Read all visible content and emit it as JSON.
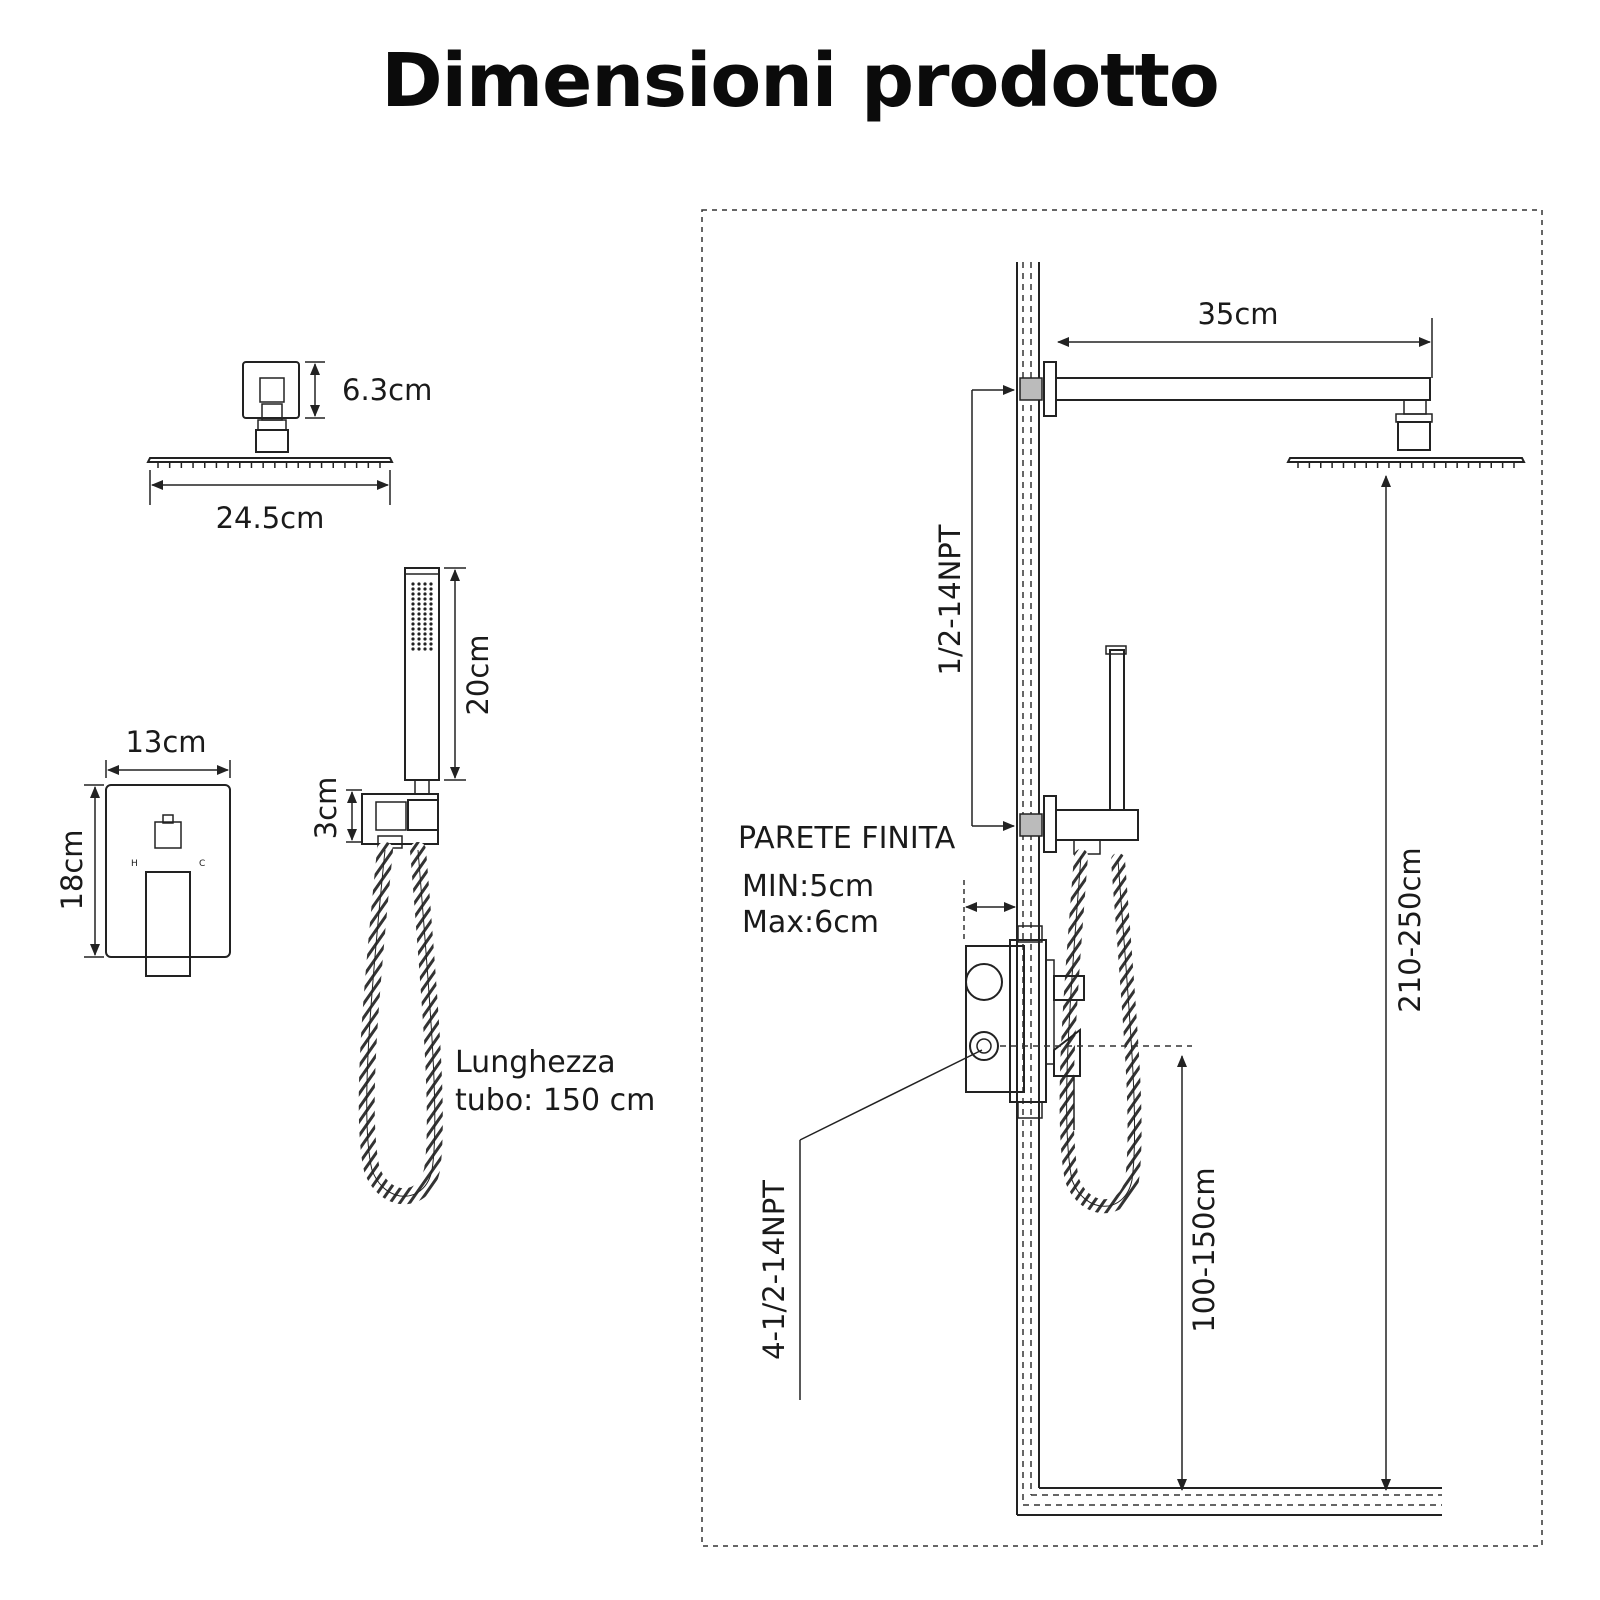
{
  "title": "Dimensioni prodotto",
  "dimensions": {
    "shower_head_height": "6.3cm",
    "shower_head_width": "24.5cm",
    "hand_shower_length": "20cm",
    "holder_height": "3cm",
    "valve_plate_width": "13cm",
    "valve_plate_height": "18cm",
    "hose_length_line1": "Lunghezza",
    "hose_length_line2": "tubo: 150 cm",
    "arm_length": "35cm",
    "top_thread": "1/2-14NPT",
    "wall_label": "PARETE FINITA",
    "wall_min": "MIN:5cm",
    "wall_max": "Max:6cm",
    "bottom_thread": "4-1/2-14NPT",
    "valve_height_range": "100-150cm",
    "head_height_range": "210-250cm"
  },
  "valve_markers": {
    "hot": "H",
    "cold": "C"
  },
  "colors": {
    "line": "#222222",
    "text": "#111111",
    "background": "#ffffff"
  }
}
